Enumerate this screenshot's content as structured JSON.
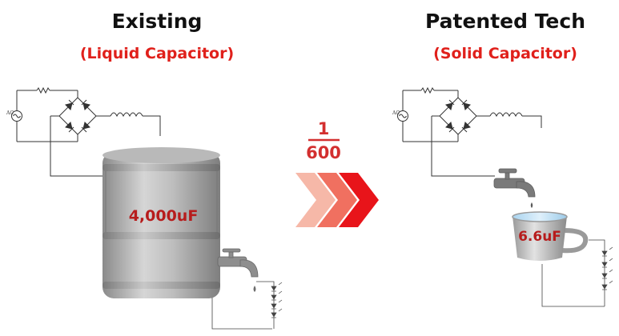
{
  "left": {
    "title": "Existing",
    "subtitle": "(Liquid Capacitor)",
    "capacitance": "4,000uF",
    "source_label": "AC"
  },
  "right": {
    "title": "Patented Tech",
    "subtitle": "(Solid Capacitor)",
    "capacitance": "6.6uF",
    "source_label": "AC"
  },
  "ratio": {
    "numerator": "1",
    "denominator": "600"
  },
  "colors": {
    "accent_red": "#e0201b",
    "label_red": "#b71c1c",
    "chevron_light": "#f6b8a8",
    "chevron_mid": "#f07060",
    "chevron_dark": "#e8141a",
    "metal": "#a8a8a8"
  }
}
